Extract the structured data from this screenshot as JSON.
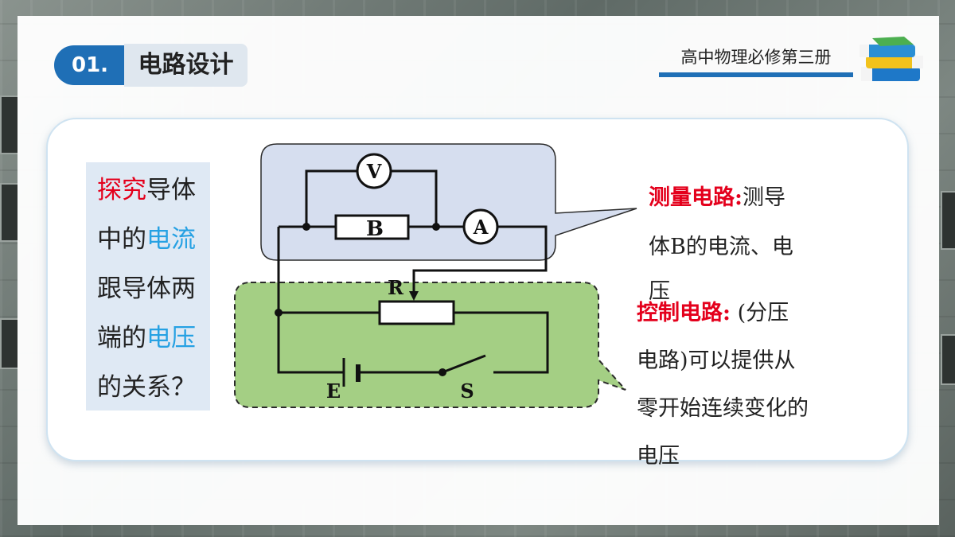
{
  "header": {
    "section_number": "01.",
    "section_title": "电路设计",
    "course_title": "高中物理必修第三册"
  },
  "question": {
    "part1": "探究",
    "part2": "导体",
    "part3": "中的",
    "part4": "电流",
    "part5": "跟导体两",
    "part6": "端的",
    "part7": "电压",
    "part8": "的关系？"
  },
  "circuit": {
    "voltmeter_label": "V",
    "ammeter_label": "A",
    "resistor_b_label": "B",
    "rheostat_label": "R",
    "battery_label": "E",
    "switch_label": "S"
  },
  "notes": {
    "measure_heading": "测量电路:",
    "measure_line1_rest": "测导",
    "measure_line2": "体B的电流、电",
    "measure_line3": "压",
    "control_heading": "控制电路:",
    "control_line1_rest": "(分压",
    "control_line2": "电路)可以提供从",
    "control_line3": "零开始连续变化的",
    "control_line4": "电压"
  },
  "colors": {
    "accent_blue": "#1f6fb6",
    "highlight_red": "#e4001c",
    "highlight_cyan": "#26a1e3",
    "measure_bg": "#d6deef",
    "control_bg": "#a4cf84"
  }
}
